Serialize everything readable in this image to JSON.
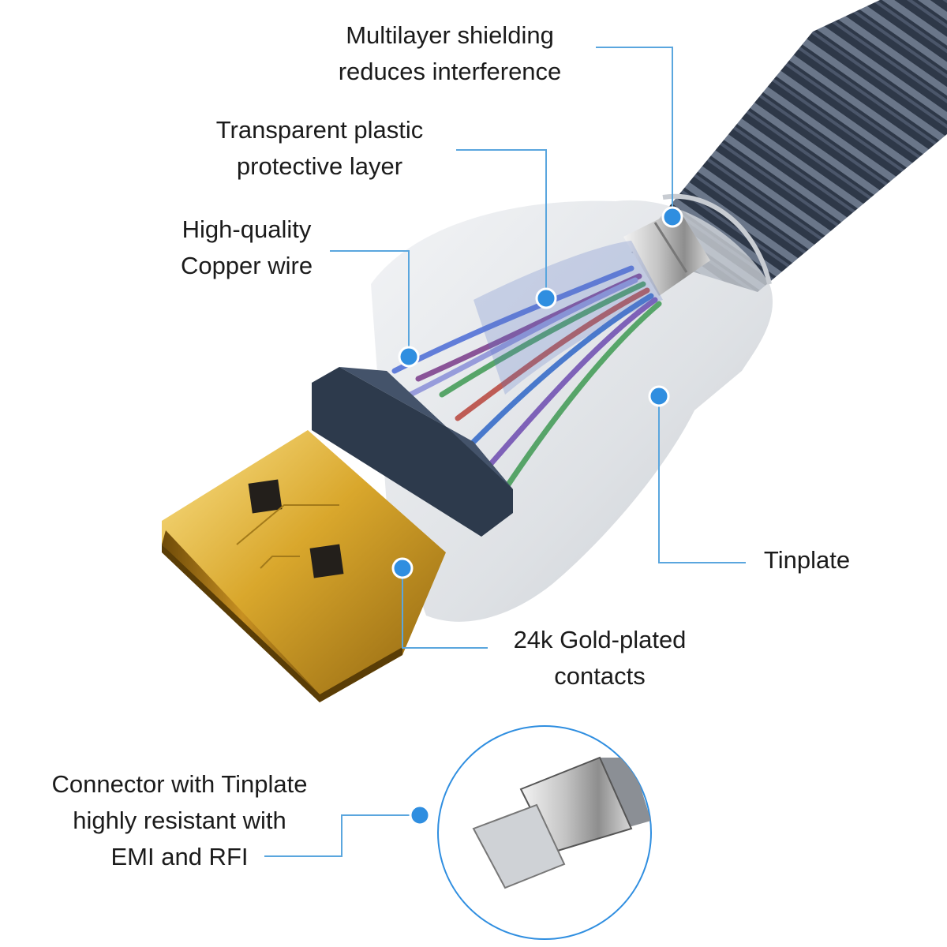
{
  "callouts": {
    "shielding": {
      "lines": [
        "Multilayer shielding",
        "reduces interference"
      ]
    },
    "plastic": {
      "lines": [
        "Transparent plastic",
        "protective layer"
      ]
    },
    "copper": {
      "lines": [
        "High-quality",
        "Copper wire"
      ]
    },
    "tinplate": {
      "lines": [
        "Tinplate"
      ]
    },
    "gold": {
      "lines": [
        "24k Gold-plated",
        "contacts"
      ]
    },
    "connector": {
      "lines": [
        "Connector with Tinplate",
        "highly resistant with",
        "EMI and RFI"
      ]
    }
  },
  "colors": {
    "leader": "#5aa6de",
    "dot": "#2f8ee0",
    "gold": "#d8a52a",
    "cable": "#3a4658",
    "housing": "#d7dbe0",
    "wires": [
      "#4b6bd6",
      "#7a3a8a",
      "#3f9a53",
      "#b8443b",
      "#2f66c7",
      "#6d4bb0"
    ]
  }
}
